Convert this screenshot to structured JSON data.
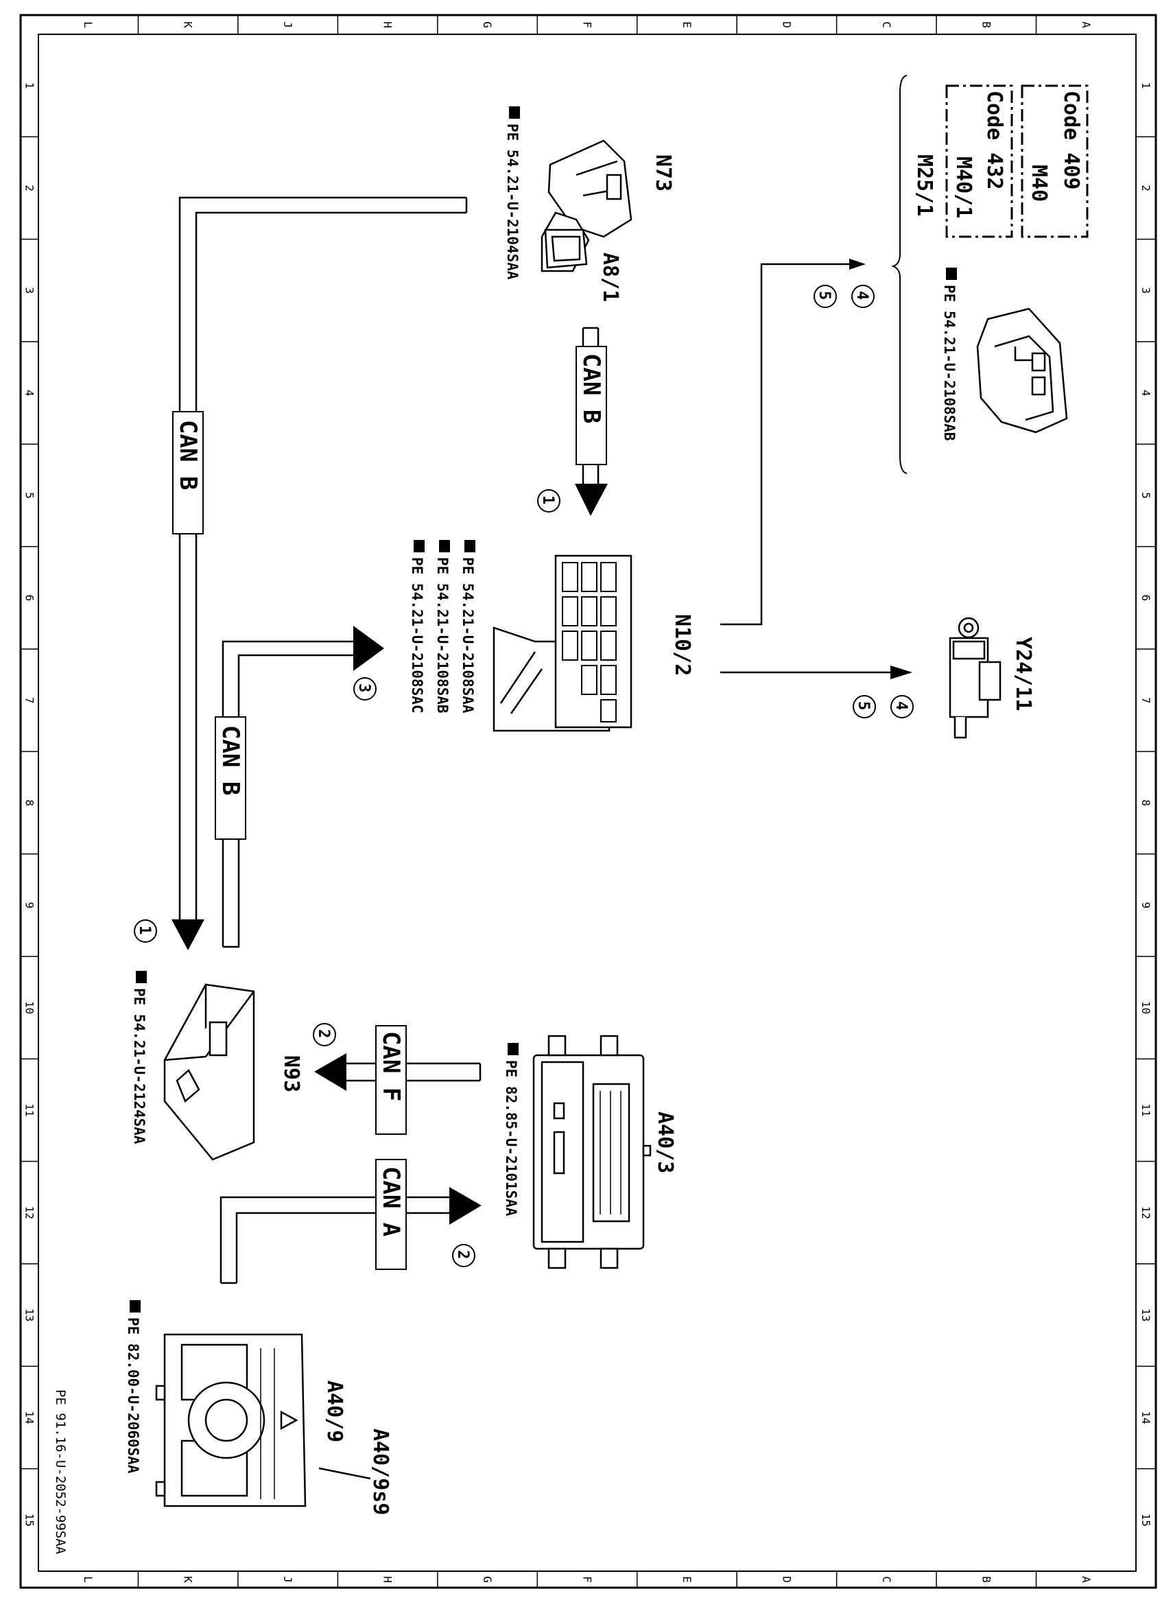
{
  "border": {
    "columns": [
      "L",
      "K",
      "J",
      "H",
      "G",
      "F",
      "E",
      "D",
      "C",
      "B",
      "A"
    ],
    "rows": [
      "1",
      "2",
      "3",
      "4",
      "5",
      "6",
      "7",
      "8",
      "9",
      "10",
      "11",
      "12",
      "13",
      "14",
      "15"
    ]
  },
  "drawing_number": "PE 91.16-U-2052-99SAA",
  "components": {
    "n73": "N73",
    "a8_1": "A8/1",
    "n73_ref": "PE 54.21-U-2104SAA",
    "n10_2": "N10/2",
    "n10_2_refs": [
      "PE 54.21-U-2108SAA",
      "PE 54.21-U-2108SAB",
      "PE 54.21-U-2108SAC"
    ],
    "y24_11": "Y24/11",
    "m25_1": "M25/1",
    "m25_1_ref": "PE 54.21-U-2108SAB",
    "code_409": "Code 409",
    "m40": "M40",
    "code_432": "Code 432",
    "m40_1": "M40/1",
    "n93": "N93",
    "n93_ref": "PE 54.21-U-2124SAA",
    "a40_3": "A40/3",
    "a40_3_ref": "PE 82.85-U-2101SAA",
    "a40_9": "A40/9",
    "a40_9s9": "A40/9s9",
    "a40_9_ref": "PE 82.00-U-2060SAA"
  },
  "bus": {
    "can_b": "CAN B",
    "can_f": "CAN F",
    "can_a": "CAN A"
  },
  "markers": {
    "m1": "1",
    "m2": "2",
    "m3": "3",
    "m4": "4",
    "m5": "5"
  }
}
